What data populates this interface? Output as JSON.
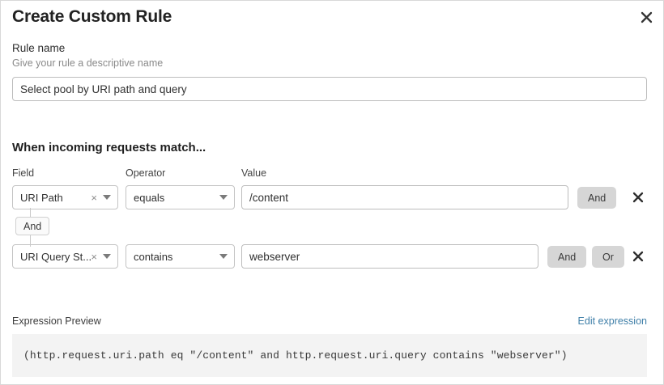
{
  "dialog": {
    "title": "Create Custom Rule",
    "close_icon": "close-icon"
  },
  "rule_name": {
    "label": "Rule name",
    "hint": "Give your rule a descriptive name",
    "value": "Select pool by URI path and query",
    "placeholder": "Rule name"
  },
  "match": {
    "heading": "When incoming requests match...",
    "columns": {
      "field": "Field",
      "operator": "Operator",
      "value": "Value"
    },
    "connector": {
      "label": "And"
    },
    "rows": [
      {
        "field": "URI Path",
        "operator": "equals",
        "value": "/content",
        "placeholder": "Value",
        "and_label": "And",
        "or_label": "Or",
        "show_or": false,
        "clear_icon": "clear-icon",
        "caret_icon": "chevron-down-icon",
        "remove_icon": "remove-icon"
      },
      {
        "field": "URI Query St...",
        "operator": "contains",
        "value": "webserver",
        "placeholder": "Value",
        "and_label": "And",
        "or_label": "Or",
        "show_or": true,
        "clear_icon": "clear-icon",
        "caret_icon": "chevron-down-icon",
        "remove_icon": "remove-icon"
      }
    ]
  },
  "preview": {
    "title": "Expression Preview",
    "edit_link": "Edit expression",
    "expression": "(http.request.uri.path eq \"/content\" and http.request.uri.query contains \"webserver\")"
  },
  "colors": {
    "link": "#3f7fa8",
    "logic_button_bg": "#d6d6d6",
    "preview_bg": "#f3f3f3",
    "border": "#bdbdbd"
  }
}
